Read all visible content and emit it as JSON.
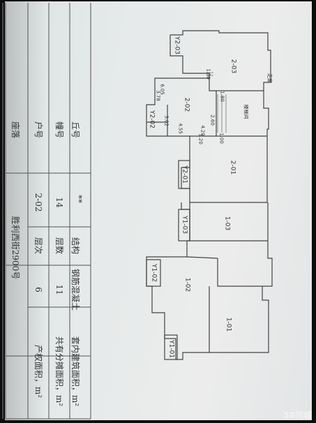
{
  "form": {
    "location_label": "座落",
    "location_value": "胜利西街2900号",
    "hill_label": "丘号",
    "hill_value": "",
    "building_label": "幢号",
    "building_value": "14",
    "unit_label": "户号",
    "unit_value": "2-02",
    "structure_label": "结构",
    "structure_value": "钢筋混凝土",
    "floors_label": "层数",
    "floors_value": "11",
    "level_label": "层次",
    "level_value": "6",
    "stars": "**",
    "indoor_area_label": "套内建筑面积，m²",
    "shared_area_label": "共有分摊面积，m²",
    "title_area_label": "产权面积，m²"
  },
  "plan": {
    "rooms": {
      "r1": "2-03",
      "r2": "Y2-03",
      "r3": "2-02",
      "r4": "Y2-02",
      "r5": "2-01",
      "r6": "Y2-01",
      "r7": "Y1-03",
      "r8": "1-03",
      "r9": "1-02",
      "r10": "Y1-02",
      "r11": "1-01",
      "r12": "Y1-01",
      "stair": "楼梯间",
      "corridor": "走廊"
    },
    "dims": {
      "d1": "6.05",
      "d2": "3.78",
      "d3": "3.02",
      "d4": "4.55",
      "d5": "2.60",
      "d6": "4.20",
      "d7": "1.20",
      "d8": "1.50",
      "d9": "1.80",
      "d10": "1.00"
    }
  },
  "watermark": "58同城"
}
